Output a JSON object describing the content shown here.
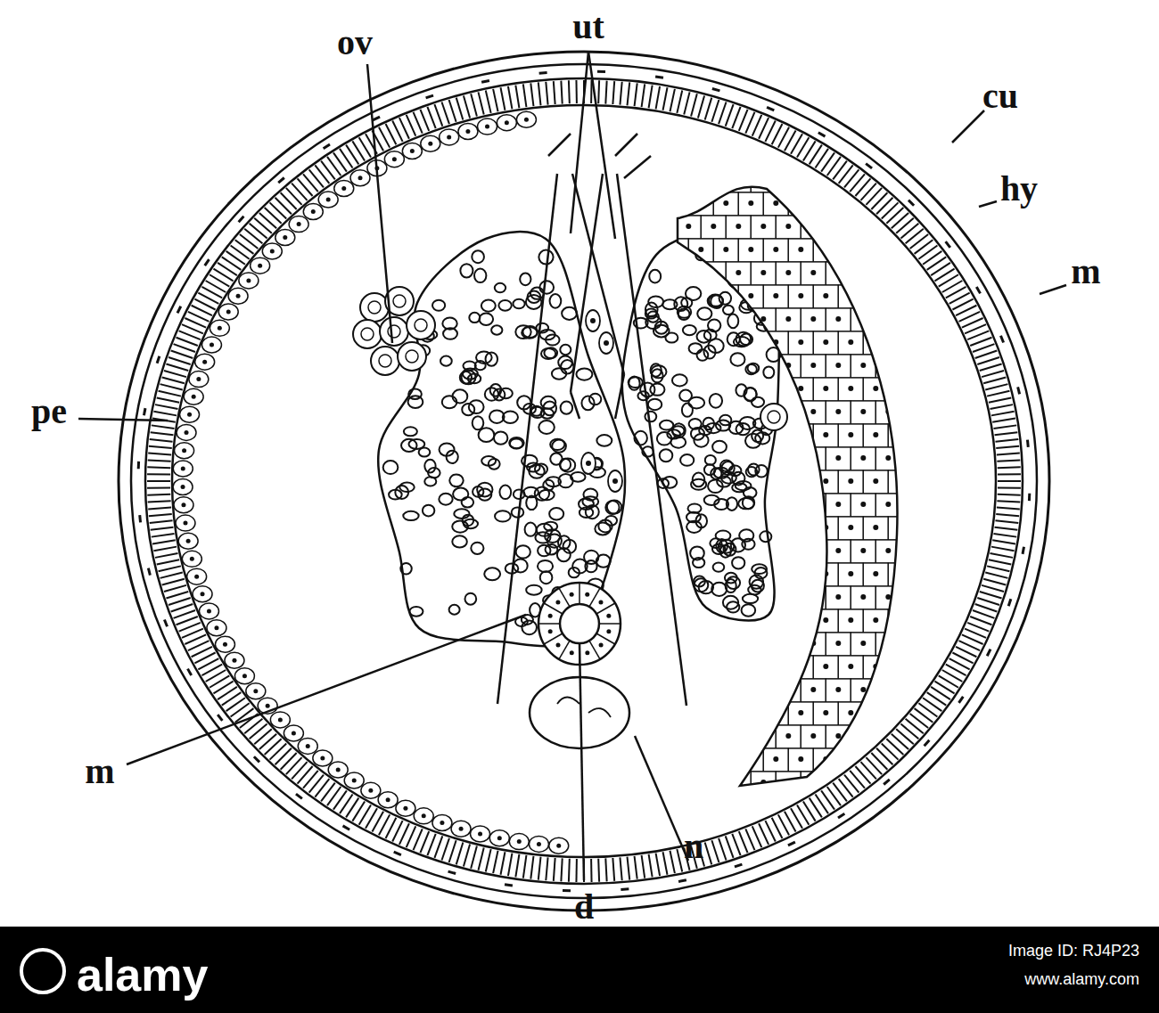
{
  "diagram": {
    "labels": [
      "ut",
      "ov",
      "cu",
      "hy",
      "m",
      "pe",
      "m",
      "d",
      "n",
      "alamy",
      "Image ID: RJ4P23",
      "www.alamy.com"
    ]
  }
}
